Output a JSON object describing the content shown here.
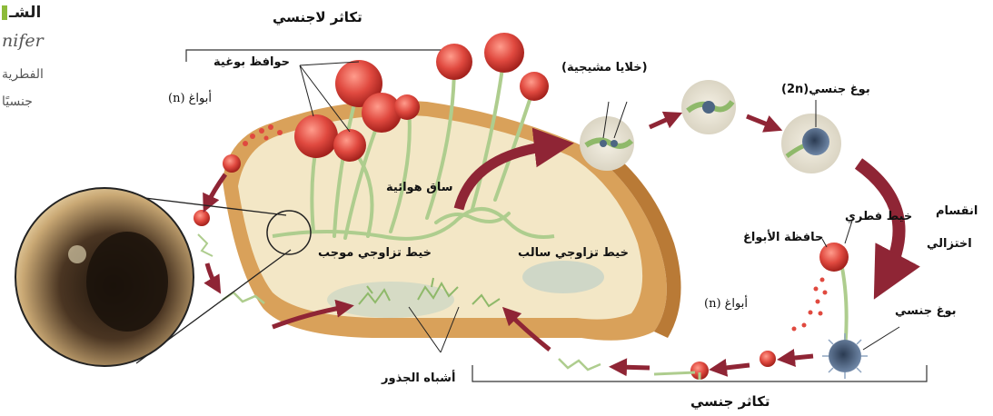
{
  "left_edge": {
    "heading": "الشـ",
    "species": "nifer",
    "line1": "الفطرية",
    "line2": "جنسيًا"
  },
  "labels": {
    "asexual_reproduction": "تكاثر لاجنسي",
    "sporangia": "حوافظ بوغية",
    "spores_n_top": "أبواغ (n)",
    "gametangia": "(خلايا مشيجية)",
    "zygospore_2n": "بوغ جنسي(2n)",
    "stolon": "ساق هوائية",
    "plus_hypha": "خيط تزاوجي موجب",
    "minus_hypha": "خيط تزاوجي سالب",
    "meiosis_1": "انقسام",
    "meiosis_2": "اختزالي",
    "hypha": "خيط فطري",
    "sporangium": "حافظة الأبواغ",
    "spores_n_bottom": "أبواغ (n)",
    "zygospore": "بوغ جنسي",
    "rhizoids": "أشباه الجذور",
    "sexual_reproduction": "تكاثر جنسي"
  },
  "colors": {
    "arrow": "#8f2535",
    "sporangium": "#e0493f",
    "hypha": "#aecd8e",
    "bread_crust": "#d9a15a",
    "bread_crumb": "#f3e7c6",
    "mold_dark": "#2a1d12",
    "zygospore": "#4d6683"
  },
  "icons": [
    "magnifier-circle",
    "cycle-arrow",
    "sporangium",
    "zygospore"
  ]
}
